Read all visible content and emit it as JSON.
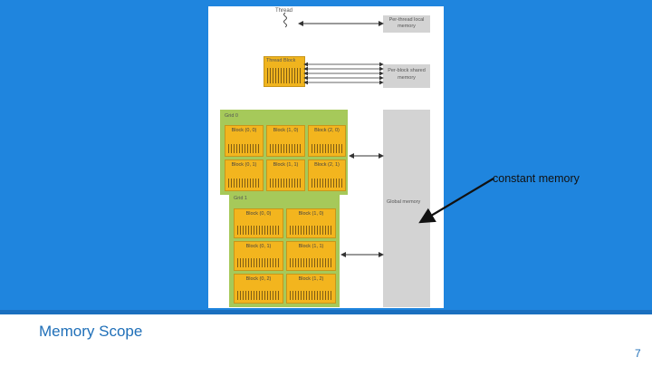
{
  "slide": {
    "title": "Memory Scope",
    "page_number": "7",
    "annotation": "constant memory"
  },
  "diagram": {
    "thread_label": "Thread",
    "per_thread_local_label": "Per-thread local memory",
    "thread_block_label": "Thread Block",
    "per_block_shared_label": "Per-block shared memory",
    "global_memory_label": "Global memory",
    "grid0": {
      "label": "Grid 0",
      "blocks": [
        "Block (0, 0)",
        "Block (1, 0)",
        "Block (2, 0)",
        "Block (0, 1)",
        "Block (1, 1)",
        "Block (2, 1)"
      ]
    },
    "grid1": {
      "label": "Grid 1",
      "blocks": [
        "Block (0, 0)",
        "Block (1, 0)",
        "Block (0, 1)",
        "Block (1, 1)",
        "Block (0, 2)",
        "Block (1, 2)"
      ]
    }
  },
  "colors": {
    "background_blue": "#1f85de",
    "title_blue": "#1f6fb8",
    "grid_green": "#a6c95a",
    "block_yellow": "#f3b51e",
    "memory_gray": "#d3d3d3"
  }
}
